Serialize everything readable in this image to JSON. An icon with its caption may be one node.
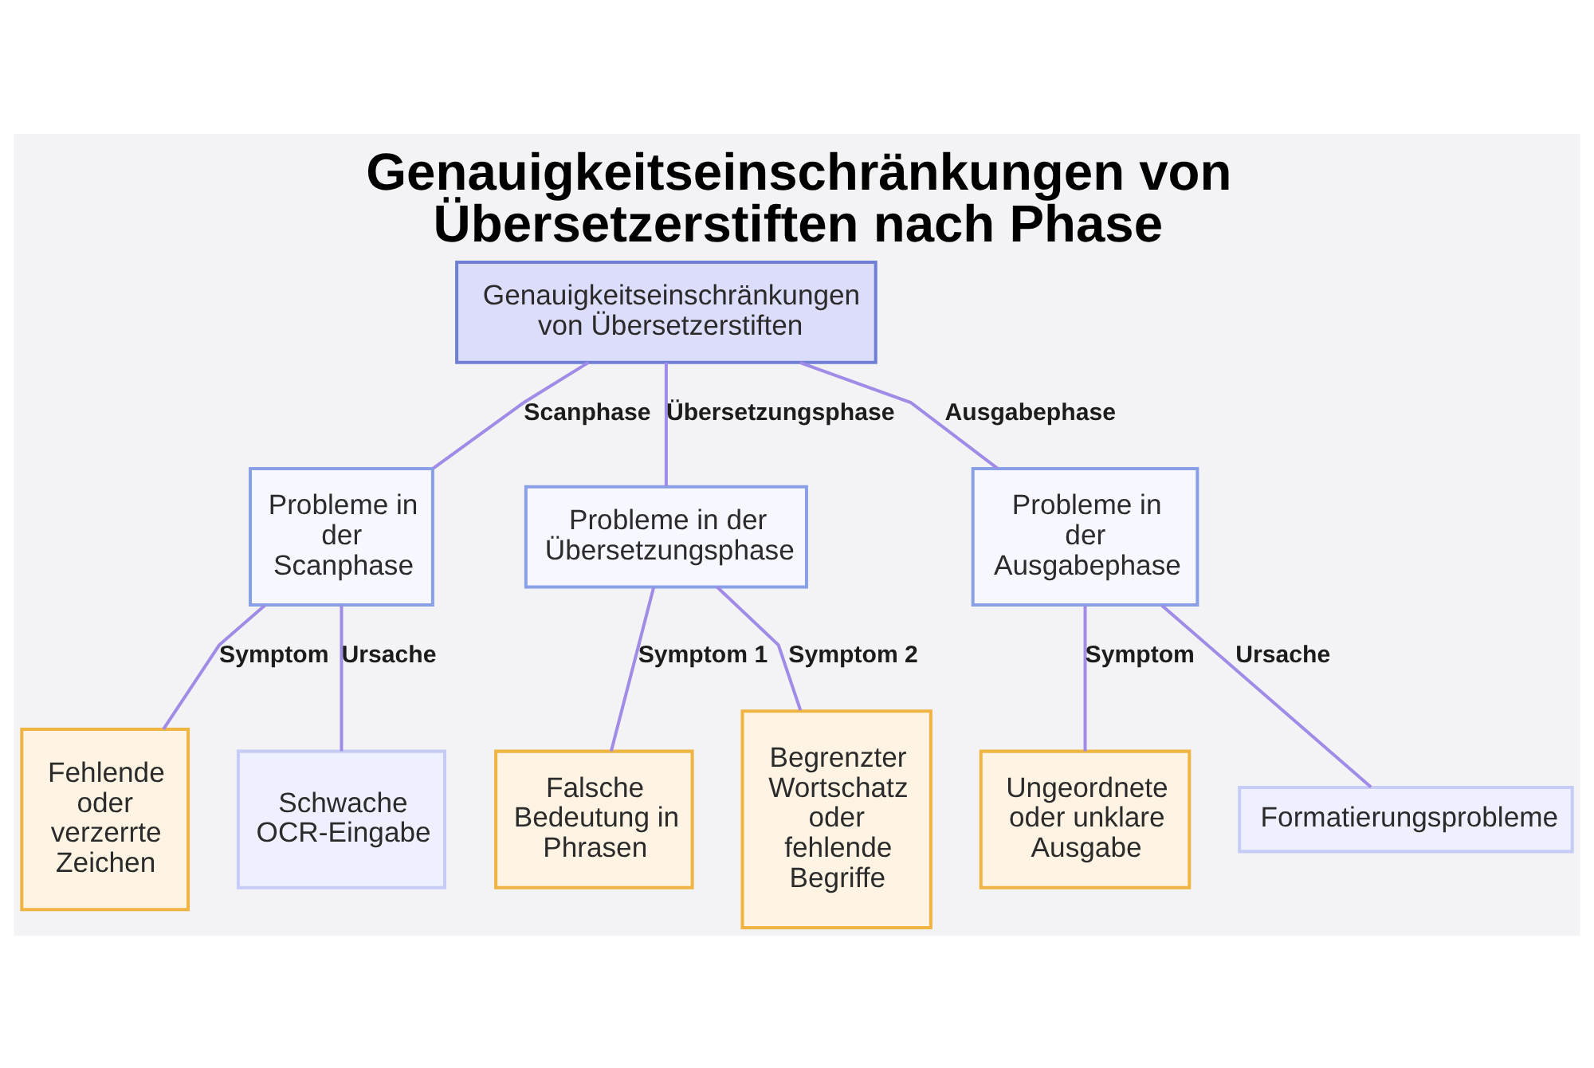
{
  "diagram": {
    "title": "Genauigkeitseinschränkungen von Übersetzerstiften nach Phase",
    "nodes": [
      {
        "text": [
          "Genauigkeitseinschränkungen von Übersetzerstiften"
        ]
      },
      {
        "text": [
          "Probleme in der Scanphase"
        ]
      },
      {
        "text": [
          "Probleme in der Übersetzungsphase"
        ]
      },
      {
        "text": [
          "Probleme in der Ausgabephase"
        ]
      },
      {
        "text": [
          "Fehlende oder verzerrte Zeichen"
        ]
      },
      {
        "text": [
          "Schwache OCR-Eingabe"
        ]
      },
      {
        "text": [
          "Falsche Bedeutung in Phrasen"
        ]
      },
      {
        "text": [
          "Begrenzter Wortschatz oder fehlende Begriffe"
        ]
      },
      {
        "text": [
          "Ungeordnete oder unklare Ausgabe"
        ]
      },
      {
        "text": [
          "Formatierungsprobleme"
        ]
      }
    ],
    "edges": [
      {
        "from": 0,
        "to": 1,
        "arrow": "none",
        "label": "Scanphase"
      },
      {
        "from": 0,
        "to": 2,
        "arrow": "none",
        "label": "Übersetzungsphase"
      },
      {
        "from": 0,
        "to": 3,
        "arrow": "none",
        "label": "Ausgabephase"
      },
      {
        "from": 1,
        "to": 4,
        "arrow": "none",
        "label": "Symptom"
      },
      {
        "from": 1,
        "to": 5,
        "arrow": "none",
        "label": "Ursache"
      },
      {
        "from": 2,
        "to": 6,
        "arrow": "none",
        "label": "Symptom 1"
      },
      {
        "from": 2,
        "to": 7,
        "arrow": "none",
        "label": "Symptom 2"
      },
      {
        "from": 3,
        "to": 8,
        "arrow": "none",
        "label": "Symptom"
      },
      {
        "from": 3,
        "to": 9,
        "arrow": "none",
        "label": "Ursache"
      }
    ]
  }
}
